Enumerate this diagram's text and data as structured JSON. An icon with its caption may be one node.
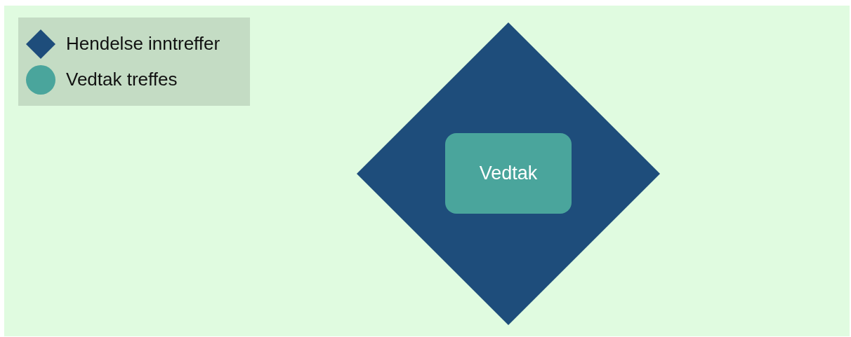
{
  "diagram": {
    "nodes": [
      {
        "text": [],
        "shape": "diamond"
      },
      {
        "text": [
          "Vedtak"
        ],
        "in": 0
      }
    ],
    "legend": [
      {
        "text": "Hendelse inntreffer",
        "color": "#1e4d7b"
      },
      {
        "text": "Vedtak treffes",
        "color": "#4aa59c"
      }
    ]
  }
}
